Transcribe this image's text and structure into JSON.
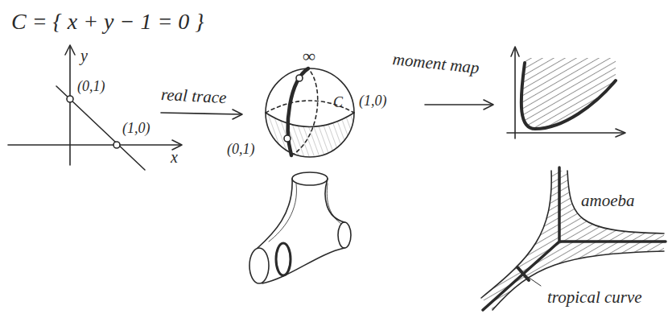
{
  "diagram": {
    "title": "C = { x + y − 1 = 0 }",
    "labels": [
      "y",
      "(0,1)",
      "(1,0)",
      "x",
      "real trace",
      "∞",
      "C",
      "(1,0)",
      "(0,1)",
      "moment map",
      "amoeba",
      "tropical curve"
    ]
  }
}
